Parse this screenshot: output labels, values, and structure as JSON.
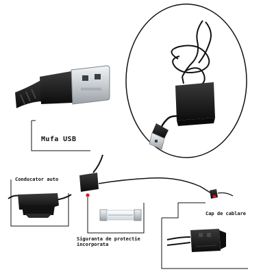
{
  "labels": {
    "usb_plug": "Mufa USB",
    "car_conductor": "Conducator auto",
    "fuse_line1": "Siguranta de protectie",
    "fuse_line2": "incorporata",
    "cable_cap": "Cap de cablare"
  },
  "colors": {
    "background": "#ffffff",
    "cable": "#111111",
    "plastic": "#1b1b1b",
    "metal": "#d9dde0",
    "indicator": "#e01818"
  }
}
